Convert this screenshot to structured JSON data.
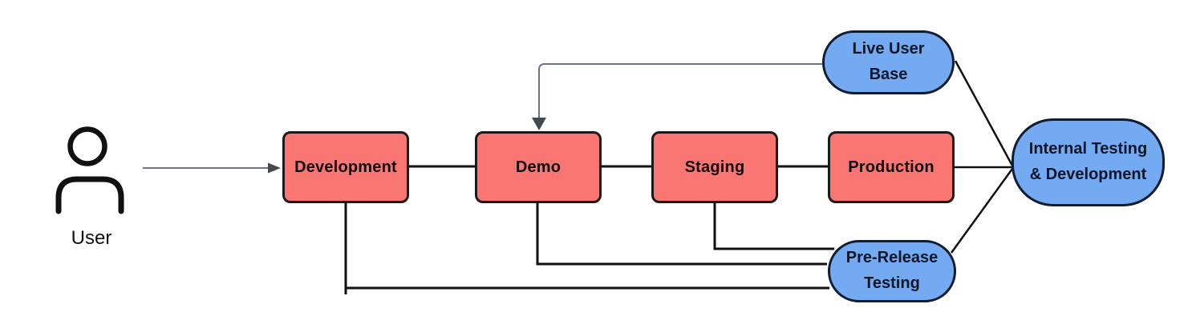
{
  "theme": {
    "background": "#ffffff",
    "stage_fill": "#F97672",
    "stage_border": "#1a1a1a",
    "stage_text": "#0c0c0c",
    "node_fill": "#73AAF2",
    "node_border": "#101c30",
    "node_text": "#0d1626",
    "line_black": "#111111",
    "line_gray": "#6e7480",
    "arrow_fill": "#434953"
  },
  "diagram": {
    "user": {
      "label": "User"
    },
    "stages": [
      {
        "id": "development",
        "label": "Development"
      },
      {
        "id": "demo",
        "label": "Demo"
      },
      {
        "id": "staging",
        "label": "Staging"
      },
      {
        "id": "production",
        "label": "Production"
      }
    ],
    "feedback_nodes": [
      {
        "id": "live-user-base",
        "label": "Live User Base",
        "lines": [
          "Live User",
          "Base"
        ]
      },
      {
        "id": "internal-testing-development",
        "label": "Internal Testing & Development",
        "lines": [
          "Internal Testing",
          "& Development"
        ]
      },
      {
        "id": "pre-release-testing",
        "label": "Pre-Release Testing",
        "lines": [
          "Pre-Release",
          "Testing"
        ]
      }
    ]
  }
}
